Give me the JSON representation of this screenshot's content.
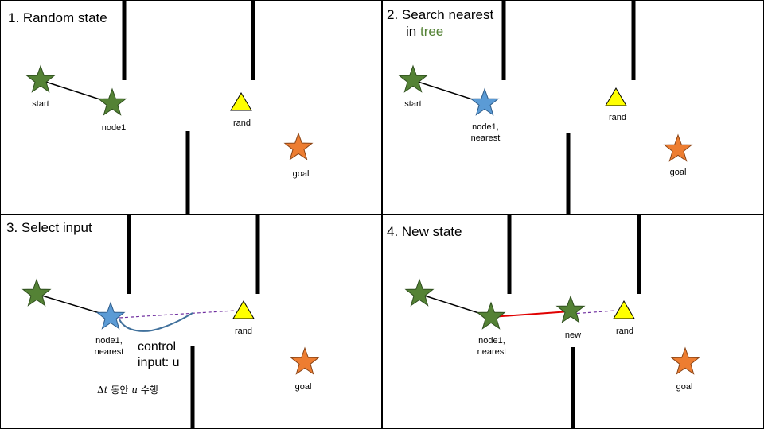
{
  "panels": [
    {
      "title": "1. Random state",
      "labels": {
        "start": "start",
        "node1": "node1",
        "rand": "rand",
        "goal": "goal"
      }
    },
    {
      "title": "2. Search nearest",
      "title_line2_prefix": "in ",
      "title_line2_highlight": "tree",
      "labels": {
        "start": "start",
        "node1_line1": "node1,",
        "node1_line2": "nearest",
        "rand": "rand",
        "goal": "goal"
      }
    },
    {
      "title": "3. Select input",
      "labels": {
        "node1_line1": "node1,",
        "node1_line2": "nearest",
        "rand": "rand",
        "goal": "goal",
        "control_line1": "control",
        "control_line2": "input: u",
        "formula_delta": "Δ",
        "formula_t": "t",
        "formula_mid": " 동안 ",
        "formula_u": "u",
        "formula_end": " 수행"
      }
    },
    {
      "title": "4. New state",
      "labels": {
        "node1_line1": "node1,",
        "node1_line2": "nearest",
        "new": "new",
        "rand": "rand",
        "goal": "goal"
      }
    }
  ],
  "colors": {
    "tree_node": "#548235",
    "nearest": "#5b9bd5",
    "goal": "#ed7d31",
    "rand": "#ffff00",
    "edge": "#000000",
    "new_edge": "#e00000",
    "dashed": "#7030a0",
    "control_curve": "#41719c",
    "tree_text": "#548235"
  }
}
